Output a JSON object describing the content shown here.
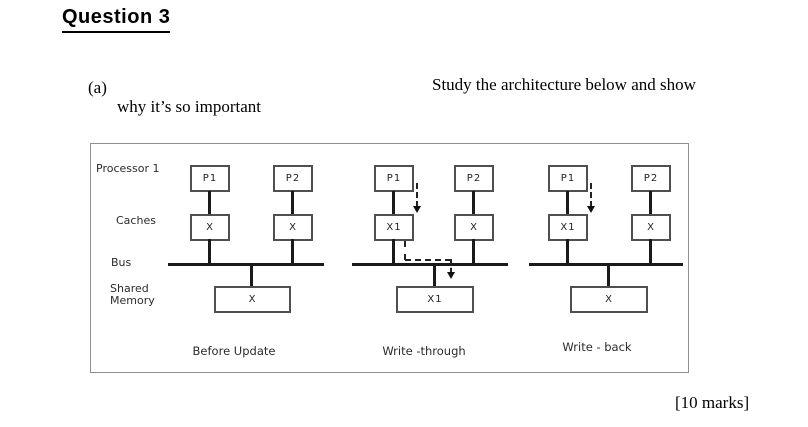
{
  "page": {
    "title": "Question 3",
    "part_label": "(a)",
    "instruction_line1": "Study the architecture below and show",
    "instruction_line2": "why it’s so important",
    "marks": "[10 marks]"
  },
  "diagram": {
    "row_labels": {
      "processor": "Processor 1",
      "caches": "Caches",
      "bus": "Bus",
      "shared_memory_line1": "Shared",
      "shared_memory_line2": "Memory"
    },
    "groups": [
      {
        "caption": "Before Update",
        "processor1": "P1",
        "processor2": "P2",
        "cache1": "X",
        "cache2": "X",
        "memory": "X"
      },
      {
        "caption": "Write -through",
        "processor1": "P1",
        "processor2": "P2",
        "cache1": "X1",
        "cache2": "X",
        "memory": "X1"
      },
      {
        "caption": "Write - back",
        "processor1": "P1",
        "processor2": "P2",
        "cache1": "X1",
        "cache2": "X",
        "memory": "X"
      }
    ],
    "colors": {
      "line": "#1a1a1a",
      "box_border": "#4f4f4f",
      "frame_border": "#8f8f8f",
      "text": "#2b2b2b",
      "background": "#ffffff"
    }
  }
}
